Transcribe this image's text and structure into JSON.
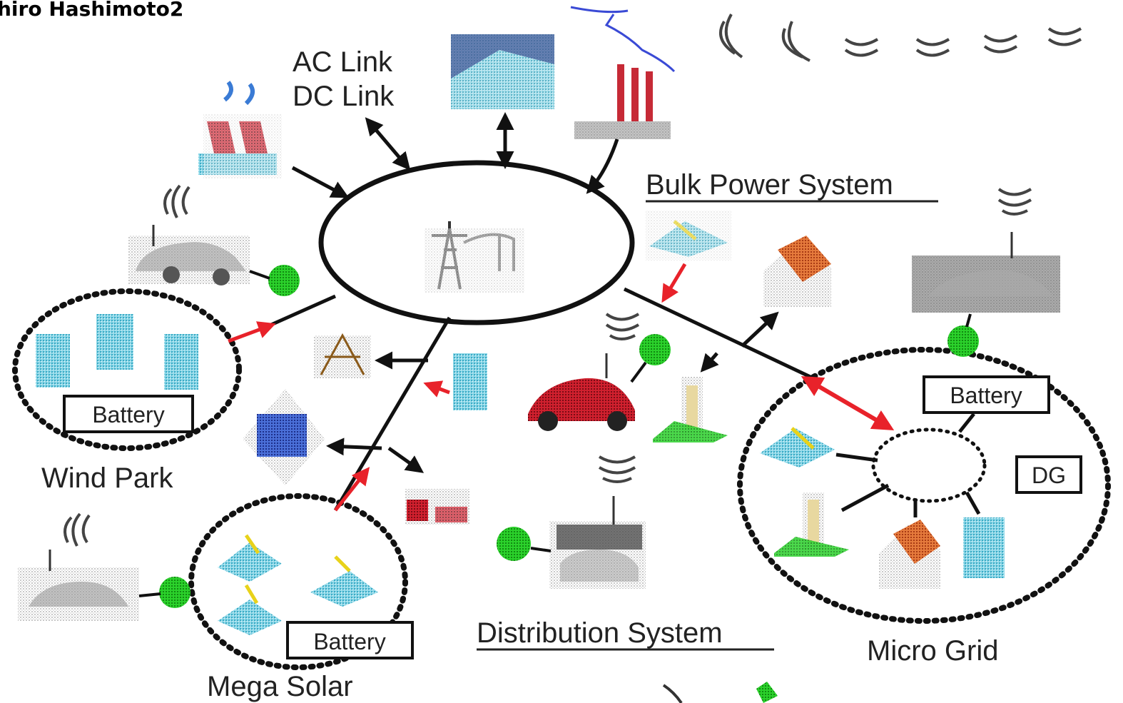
{
  "header": {
    "author_fragment": "hiro Hashimoto2"
  },
  "labels": {
    "ac_link": "AC Link",
    "dc_link": "DC Link",
    "bulk_power_system": "Bulk Power System",
    "distribution_system": "Distribution System",
    "wind_park": "Wind Park",
    "mega_solar": "Mega Solar",
    "micro_grid": "Micro Grid",
    "battery_wind": "Battery",
    "battery_solar": "Battery",
    "battery_micro": "Battery",
    "dg": "DG"
  },
  "colors": {
    "line": "#111111",
    "red_arrow": "#e8222a",
    "plug_green": "#19c21f",
    "panel_cyan": "#7fd6e6",
    "plant_red": "#c8182a",
    "house_orange": "#e0703a",
    "dot_green": "#3ad13a"
  },
  "icons": [
    "thermal-plant-icon",
    "hydro-dam-icon",
    "factory-icon",
    "transmission-tower-icon",
    "electric-car-icon",
    "plug-icon",
    "solar-panel-icon",
    "wind-panel-icon",
    "house-icon",
    "building-icon",
    "office-icon",
    "wireless-signal-icon",
    "lightning-icon"
  ]
}
